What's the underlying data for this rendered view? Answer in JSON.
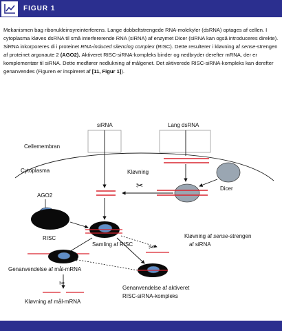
{
  "header": {
    "icon": "chart-line-icon",
    "title": "FIGUR 1",
    "bar_color": "#2b2f8f"
  },
  "caption": {
    "s1": "Mekanismen bag ribonukleinsyreinterferens. Lange dobbeltstrengede RNA-molekyler (dsRNA) optages af cellen. I cytoplasma kløves dsRNA til små interfererende RNA (siRNA) af enzymet Dicer (siRNA kan også introduceres direkte). SiRNA inkorporeres di i proteinet ",
    "s1_italic": "RNA-induced silencing complex",
    "s2": " (RISC). Dette resulterer i kløvning af ",
    "s2_italic": "sense",
    "s3": "-strengen af proteinet argonaute 2 ",
    "s3_bold": "(AGO2). ",
    "s4": "Aktiveret RISC-siRNA-kompleks binder og nedbryder derefter mRNA, der er komplementær til siRNA. Dette medfører nedlukning af målgenet. Det aktiverede RISC-siRNA-kompleks kan derefter genanvendes (Figuren er inspireret af ",
    "s4_bold": "[11, Figur 1]",
    "s5": ")."
  },
  "figure": {
    "label_sirna": "siRNA",
    "label_lang_dsrna": "Lang dsRNA",
    "label_cellemembran": "Cellemembran",
    "label_cytoplasma": "Cytoplasma",
    "label_klovning": "Kløvning",
    "label_dicer": "Dicer",
    "label_ago2": "AGO2",
    "label_risc": "RISC",
    "label_samling": "Samling af RISC",
    "label_klovning_sense_1": "Kløvning af ",
    "label_klovning_sense_italic": "sense",
    "label_klovning_sense_2": "-strengen",
    "label_klovning_sense_3": "af siRNA",
    "label_genanvendelse_mrna": "Genanvendelse af mål-mRNA",
    "label_genanvendelse_aktiveret_1": "Genanvendelse af aktiveret",
    "label_genanvendelse_aktiveret_2": "RISC-siRNA-kompleks",
    "label_klovning_mrna": "Kløvning af mål-mRNA",
    "colors": {
      "rna_red": "#d9232e",
      "risc_black": "#0a0a0a",
      "ago2_blue": "#5f8dc6",
      "dicer_gray": "#9aa6b2"
    }
  }
}
